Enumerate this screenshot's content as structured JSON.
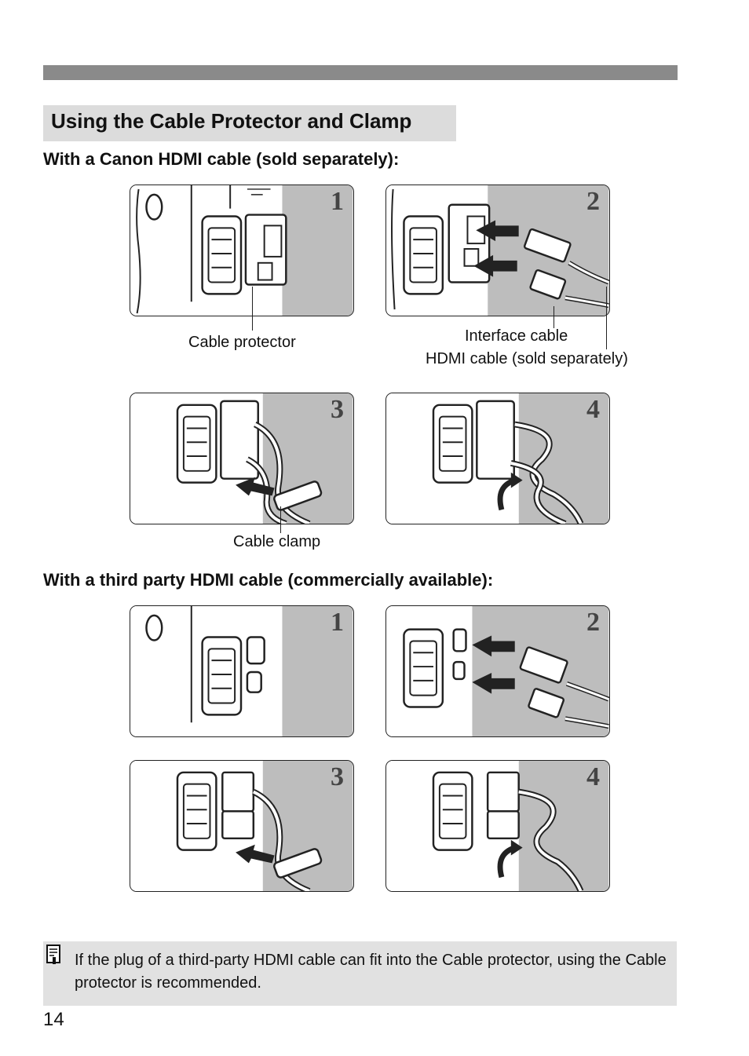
{
  "header": {
    "section_title": "Using the Cable Protector and Clamp"
  },
  "sections": [
    {
      "heading": "With a Canon HDMI cable (sold separately):",
      "steps": [
        "1",
        "2",
        "3",
        "4"
      ]
    },
    {
      "heading": "With a third party HDMI cable (commercially available):",
      "steps": [
        "1",
        "2",
        "3",
        "4"
      ]
    }
  ],
  "callouts": {
    "cable_protector": "Cable protector",
    "interface_cable": "Interface cable",
    "hdmi_cable": "HDMI cable (sold separately)",
    "cable_clamp": "Cable clamp"
  },
  "note": {
    "icon": "memo-icon",
    "text": "If the plug of a third-party HDMI cable can fit into the Cable protector, using the Cable protector is recommended."
  },
  "footer": {
    "page_number": "14"
  },
  "colors": {
    "header_bar": "#8a8a8a",
    "title_band": "#dcdcdc",
    "note_band": "#e1e1e1",
    "illustration_bg": "#bdbdbd"
  }
}
